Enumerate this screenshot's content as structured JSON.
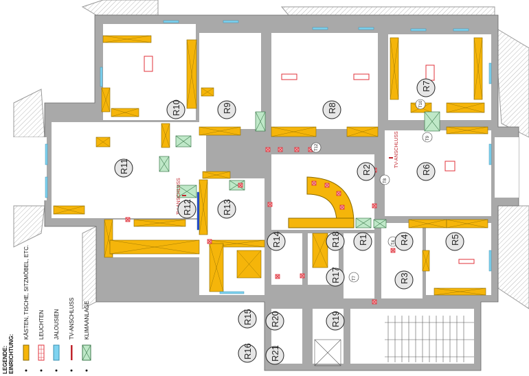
{
  "legend": {
    "title": "LEGENDE:",
    "subtitle": "EINRICHTUNG:",
    "items": [
      {
        "label": "KÄSTEN, TISCHE, SITZMÖBEL, ETC.",
        "symbol": "furniture",
        "color": "#f5b50a"
      },
      {
        "label": "LEUCHTEN",
        "symbol": "lights",
        "color": "#e0303a"
      },
      {
        "label": "JALOUSIEN",
        "symbol": "blinds",
        "color": "#7fd3f0"
      },
      {
        "label": "TV-ANSCHLUSS",
        "symbol": "tv-outlet",
        "color": "#c0242c"
      },
      {
        "label": "KLIMAANLAGE",
        "symbol": "air-conditioning",
        "color": "#bfe8c8"
      }
    ]
  },
  "rooms": [
    "R1",
    "R2",
    "R3",
    "R4",
    "R5",
    "R6",
    "R7",
    "R8",
    "R9",
    "R10",
    "R11",
    "R12",
    "R13",
    "R14",
    "R15",
    "R16",
    "R17",
    "R18",
    "R19",
    "R20",
    "R21"
  ],
  "tv_outlets": [
    "TV-ANSCHLUSS",
    "TV-ANSCHLUSS"
  ],
  "doors": [
    "T4",
    "T7",
    "T8",
    "T9",
    "T10",
    "T12"
  ],
  "colors": {
    "wall": "#a9a9a9",
    "furniture": "#f5b50a",
    "light": "#e0303a",
    "blinds": "#7fd3f0",
    "ac": "#bfe8c8"
  }
}
